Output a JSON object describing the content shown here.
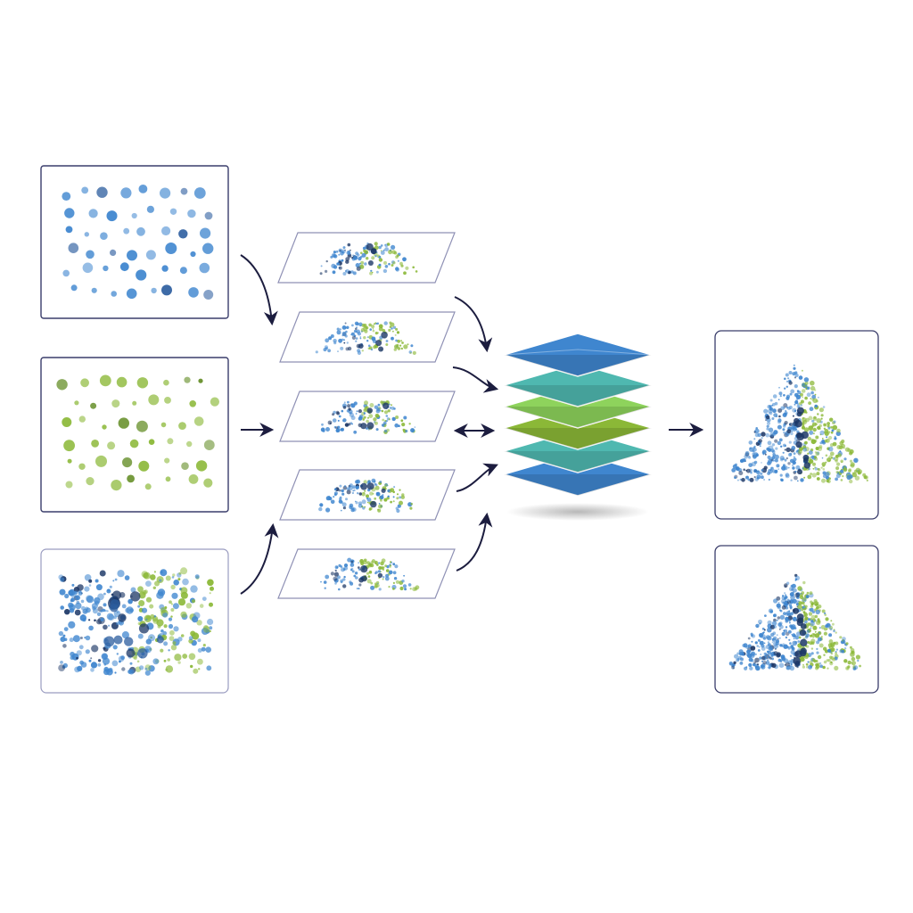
{
  "colors": {
    "background": "#ffffff",
    "panel_border": "#3a3d6b",
    "frame_border": "#9a9cc0",
    "arrow": "#1c1d3f",
    "blue": "#3f86cf",
    "blue_dark": "#2b5c9e",
    "navy": "#1c3766",
    "green": "#8bb837",
    "green_dark": "#5f8a20",
    "teal": "#4fb8b0",
    "light_green": "#8ed35c"
  },
  "diagram": {
    "inputs": [
      {
        "id": "input-blue",
        "palette": "blue",
        "kind": "uniform-dots",
        "icon": "blue-dots-icon"
      },
      {
        "id": "input-green",
        "palette": "green",
        "kind": "uniform-dots",
        "icon": "green-dots-icon"
      },
      {
        "id": "input-mixed",
        "palette": "mixed",
        "kind": "mixed-cloud",
        "icon": "mixed-dots-icon"
      }
    ],
    "slices": [
      {
        "id": "slice-1",
        "palette": "mixed"
      },
      {
        "id": "slice-2",
        "palette": "mixed"
      },
      {
        "id": "slice-3",
        "palette": "mixed"
      },
      {
        "id": "slice-4",
        "palette": "mixed"
      },
      {
        "id": "slice-5",
        "palette": "mixed"
      }
    ],
    "stack": {
      "icon": "layer-stack-icon",
      "layers": [
        "blue",
        "teal",
        "light_green",
        "green",
        "teal",
        "blue"
      ]
    },
    "outputs": [
      {
        "id": "output-pyramid-tall",
        "icon": "pyramid-points-icon"
      },
      {
        "id": "output-pyramid-wide",
        "icon": "pyramid-points-icon"
      }
    ]
  }
}
